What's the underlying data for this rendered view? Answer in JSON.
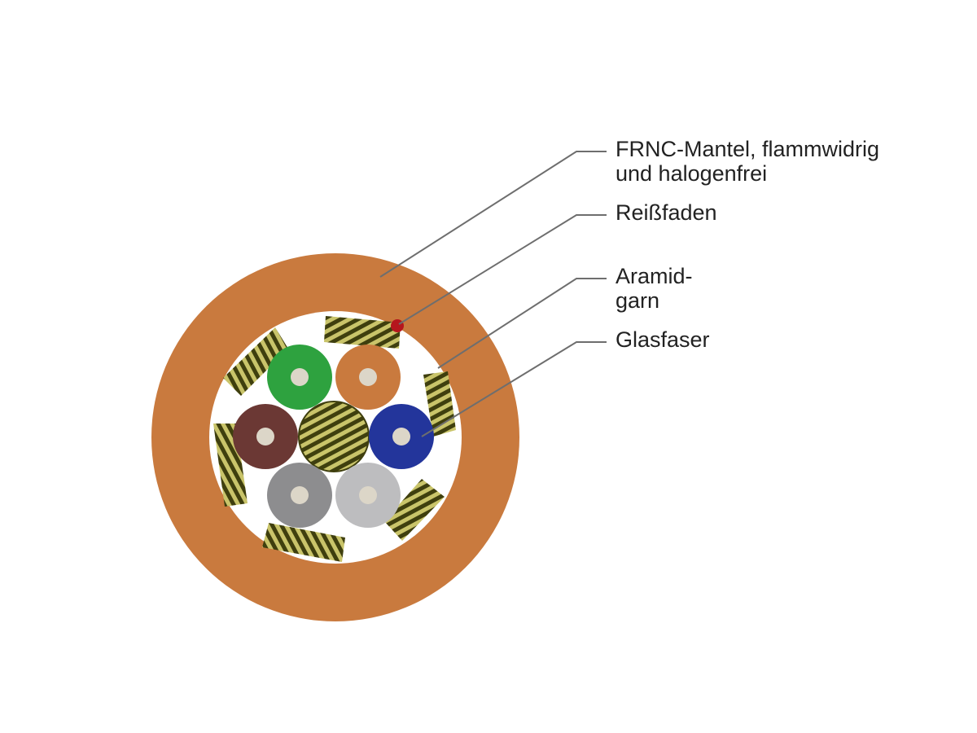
{
  "labels": {
    "jacket_line1": "FRNC-Mantel, flammwidrig",
    "jacket_line2": "und halogenfrei",
    "ripcord": "Reißfaden",
    "aramid_line1": "Aramid-",
    "aramid_line2": "garn",
    "fiber": "Glasfaser"
  },
  "colors": {
    "jacket": "#c97a3e",
    "core_fill": "#ffffff",
    "ripcord": "#b5161d",
    "aramid_dark": "#3f3f0e",
    "aramid_light": "#c9c46a",
    "leader_line": "#6e6e6e",
    "fiber_center": "#dcd6c8"
  },
  "fibers": [
    {
      "name": "green",
      "color": "#2ea23f"
    },
    {
      "name": "orange",
      "color": "#c97a3e"
    },
    {
      "name": "brown",
      "color": "#6b3834"
    },
    {
      "name": "blue",
      "color": "#23359b"
    },
    {
      "name": "dark-gray",
      "color": "#8d8d8f"
    },
    {
      "name": "light-gray",
      "color": "#bdbdbf"
    }
  ]
}
